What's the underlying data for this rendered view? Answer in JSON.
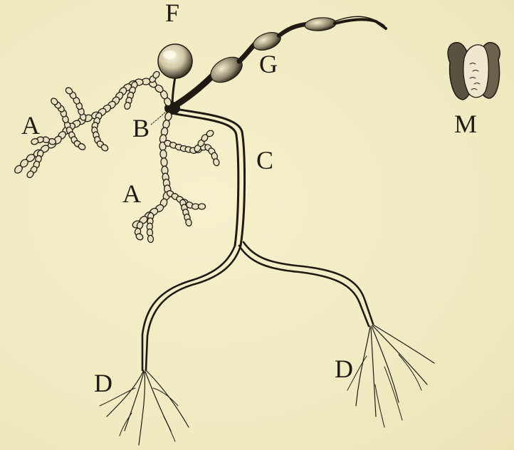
{
  "figure": {
    "labels": {
      "F": "F",
      "G": "G",
      "M": "M",
      "A_left": "A",
      "B": "B",
      "C": "C",
      "A_lower": "A",
      "D_left": "D",
      "D_right": "D"
    }
  },
  "colors": {
    "paper": "#f3edc3",
    "ink": "#1e1a12",
    "bead_fill": "#e9e1bf"
  }
}
